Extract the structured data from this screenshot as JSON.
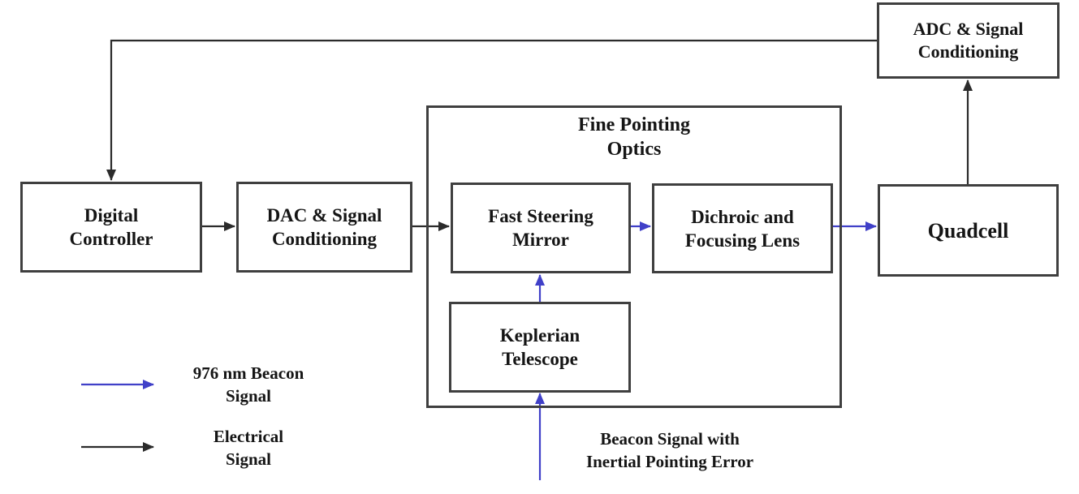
{
  "diagram": {
    "boxes": {
      "digital_controller": "Digital\nController",
      "dac": "DAC & Signal\nConditioning",
      "fine_pointing_optics_title": "Fine Pointing\nOptics",
      "fast_steering_mirror": "Fast Steering\nMirror",
      "dichroic_focusing_lens": "Dichroic and\nFocusing Lens",
      "keplerian_telescope": "Keplerian\nTelescope",
      "quadcell": "Quadcell",
      "adc": "ADC & Signal\nConditioning"
    },
    "labels": {
      "beacon_input": "Beacon Signal with\nInertial Pointing Error"
    },
    "legend": [
      {
        "name": "beacon",
        "label": "976 nm Beacon\nSignal"
      },
      {
        "name": "electrical",
        "label": "Electrical\nSignal"
      }
    ],
    "colors": {
      "beacon_signal": "#4040c8",
      "electrical_signal": "#2b2b2b",
      "box_border": "#3f3f3f",
      "text": "#151515",
      "background": "#ffffff"
    }
  }
}
